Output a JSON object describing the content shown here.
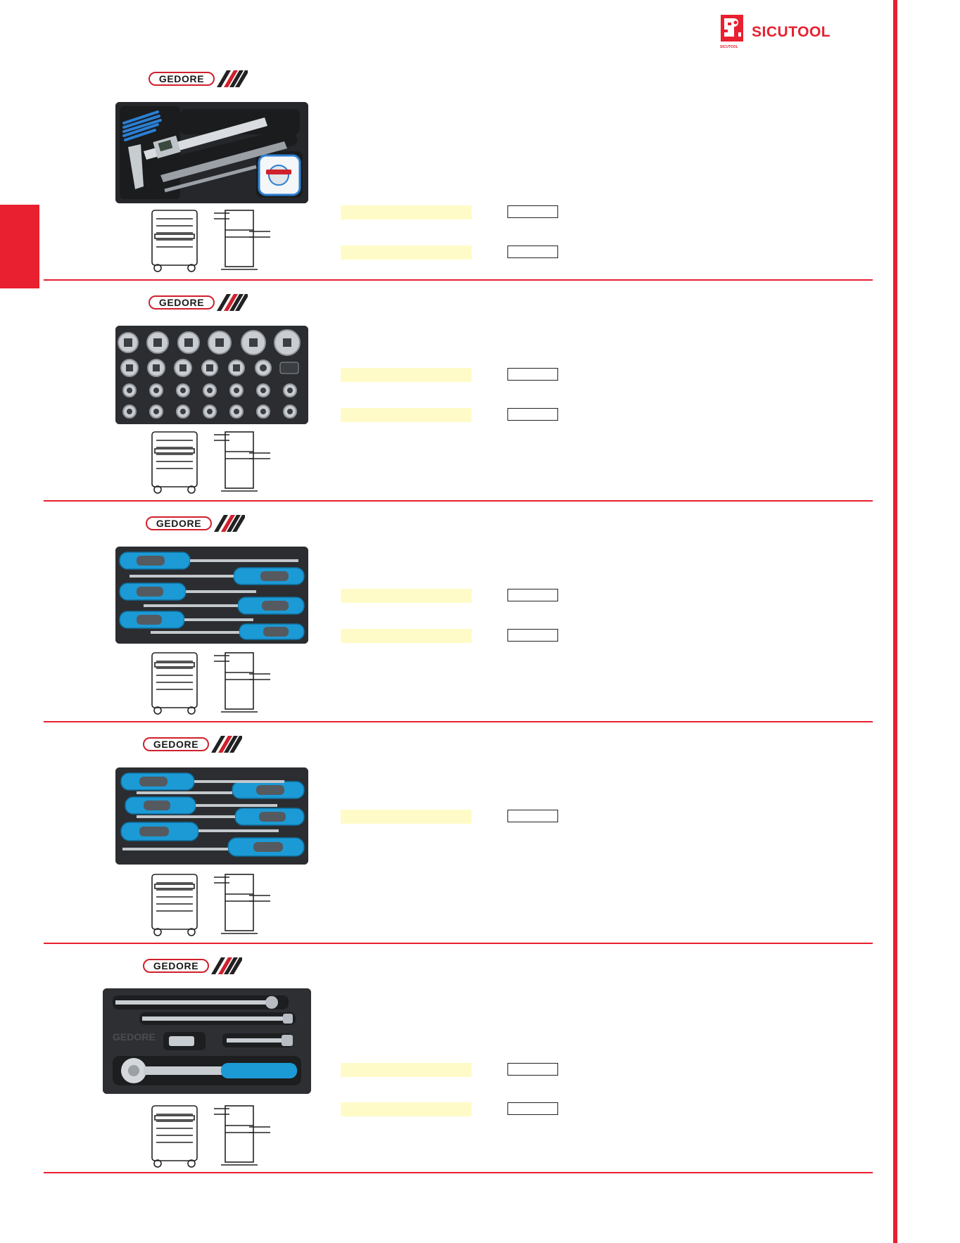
{
  "header": {
    "brand_name": "SICUTOOL",
    "brand_sub": "SICUTOOL",
    "accent_color": "#e8202f"
  },
  "products": [
    {
      "maker": "GEDORE",
      "tray_content": "measuring tools tray",
      "icons": [
        "caliper-icon",
        "tape-measure-icon",
        "hex-key-set-icon"
      ],
      "rows": 2
    },
    {
      "maker": "GEDORE",
      "tray_content": "socket set tray",
      "icons": [
        "socket-icon"
      ],
      "rows": 2
    },
    {
      "maker": "GEDORE",
      "tray_content": "screwdriver tray",
      "icons": [
        "screwdriver-icon"
      ],
      "rows": 2
    },
    {
      "maker": "GEDORE",
      "tray_content": "screwdriver tray",
      "icons": [
        "screwdriver-icon"
      ],
      "rows": 1
    },
    {
      "maker": "GEDORE",
      "tray_content": "ratchet and extension tray",
      "icons": [
        "ratchet-icon",
        "extension-bar-icon",
        "universal-joint-icon"
      ],
      "rows": 2
    }
  ]
}
